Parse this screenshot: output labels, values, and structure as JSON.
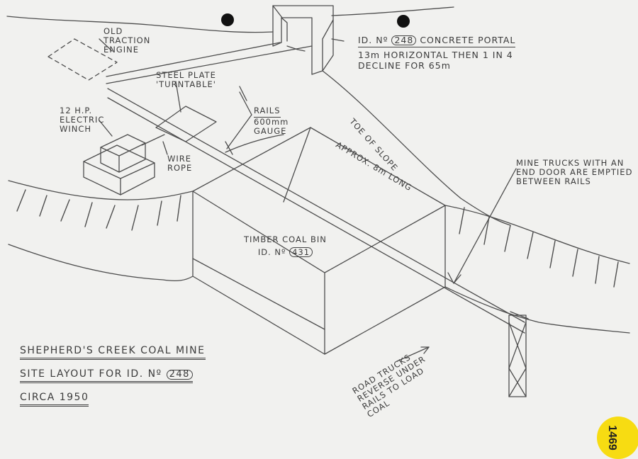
{
  "labels": {
    "traction_engine": [
      "OLD",
      "TRACTION",
      "ENGINE"
    ],
    "turntable": [
      "STEEL PLATE",
      "'TURNTABLE'"
    ],
    "winch": [
      "12 H.P.",
      "ELECTRIC",
      "WINCH"
    ],
    "wire_rope": [
      "WIRE",
      "ROPE"
    ],
    "rails": [
      "RAILS",
      "600mm",
      "GAUGE"
    ],
    "portal_prefix": "ID. Nº",
    "portal_id": "248",
    "portal_suffix": "CONCRETE PORTAL",
    "portal_line2": "13m HORIZONTAL THEN 1 IN 4",
    "portal_line3": "DECLINE FOR 65m",
    "toe_of_slope": "TOE OF SLOPE",
    "approx_length": "APPROX. 8m LONG",
    "mine_trucks": [
      "MINE TRUCKS WITH AN",
      "END DOOR ARE EMPTIED",
      "BETWEEN RAILS"
    ],
    "coal_bin_title": "TIMBER COAL BIN",
    "coal_bin_prefix": "ID. Nº",
    "coal_bin_id": "431",
    "road_trucks": [
      "ROAD TRUCKS",
      "REVERSE UNDER",
      "RAILS TO LOAD",
      "COAL"
    ]
  },
  "title_block": {
    "line1": "SHEPHERD'S CREEK COAL MINE",
    "line2_prefix": "SITE LAYOUT FOR ID. Nº",
    "line2_id": "248",
    "line3": "CIRCA 1950"
  },
  "sticker_number": "1469",
  "colors": {
    "paper": "#f1f1ef",
    "pencil": "#4a4a4a",
    "sticker": "#f7dc12",
    "punch_hole": "#111111"
  }
}
